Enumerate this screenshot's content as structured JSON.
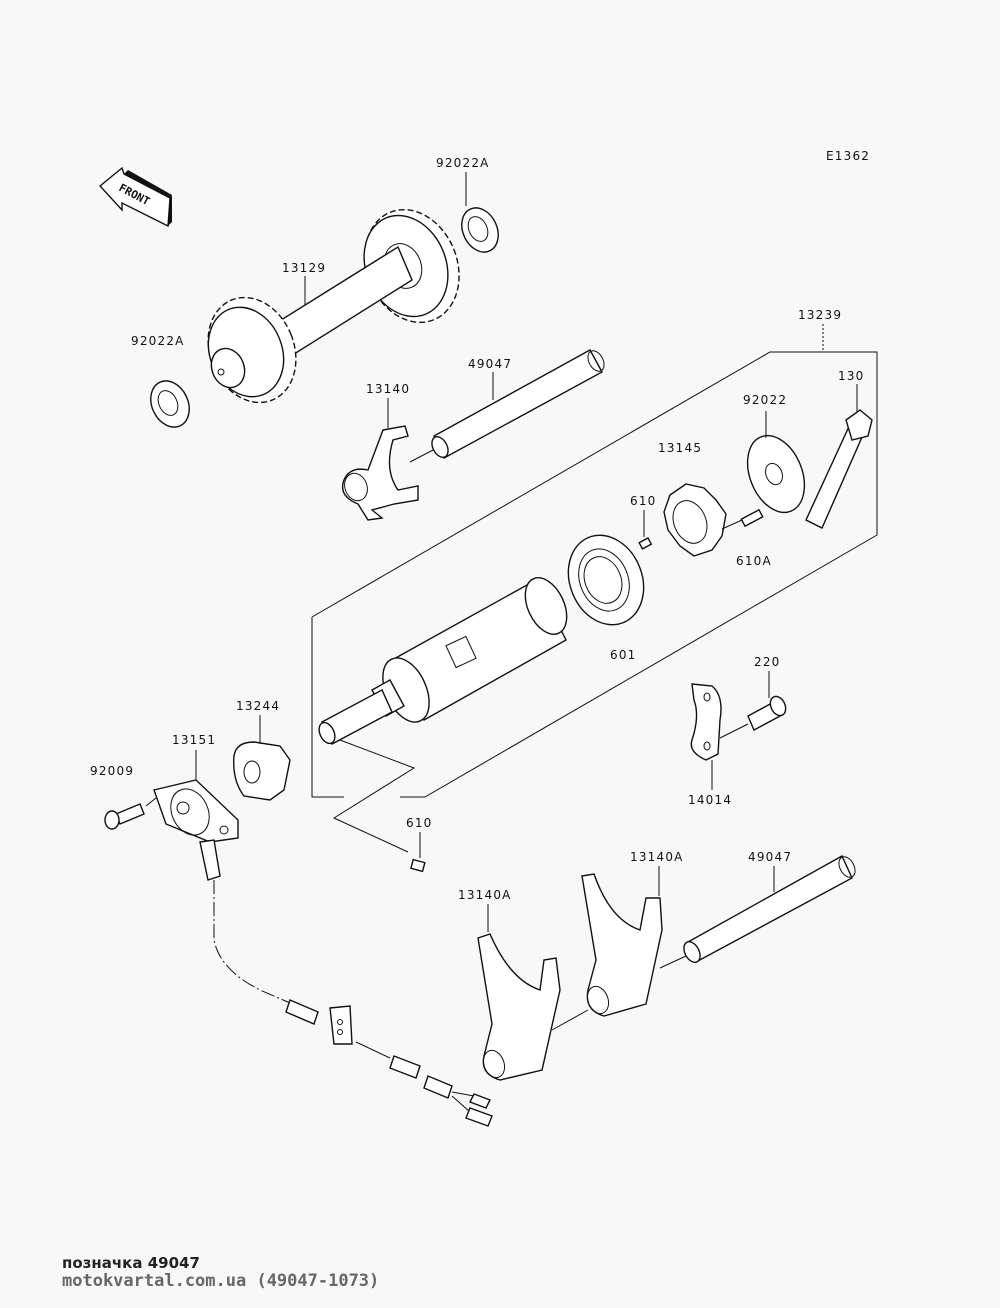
{
  "diagram": {
    "code": "E1362",
    "front_arrow_label": "FRONT",
    "parts": {
      "p92022A_top": "92022A",
      "p13129": "13129",
      "p92022A_left": "92022A",
      "p13140": "13140",
      "p49047_top": "49047",
      "p13239": "13239",
      "p130": "130",
      "p92022": "92022",
      "p13145": "13145",
      "p610_top": "610",
      "p610A": "610A",
      "p601": "601",
      "p220": "220",
      "p14014": "14014",
      "p13244": "13244",
      "p13151": "13151",
      "p92009": "92009",
      "p610_bottom": "610",
      "p13140A_left": "13140A",
      "p13140A_right": "13140A",
      "p49047_bottom": "49047"
    }
  },
  "footer": {
    "caption": "позначка 49047",
    "source": "motokvartal.com.ua (49047-1073)"
  }
}
